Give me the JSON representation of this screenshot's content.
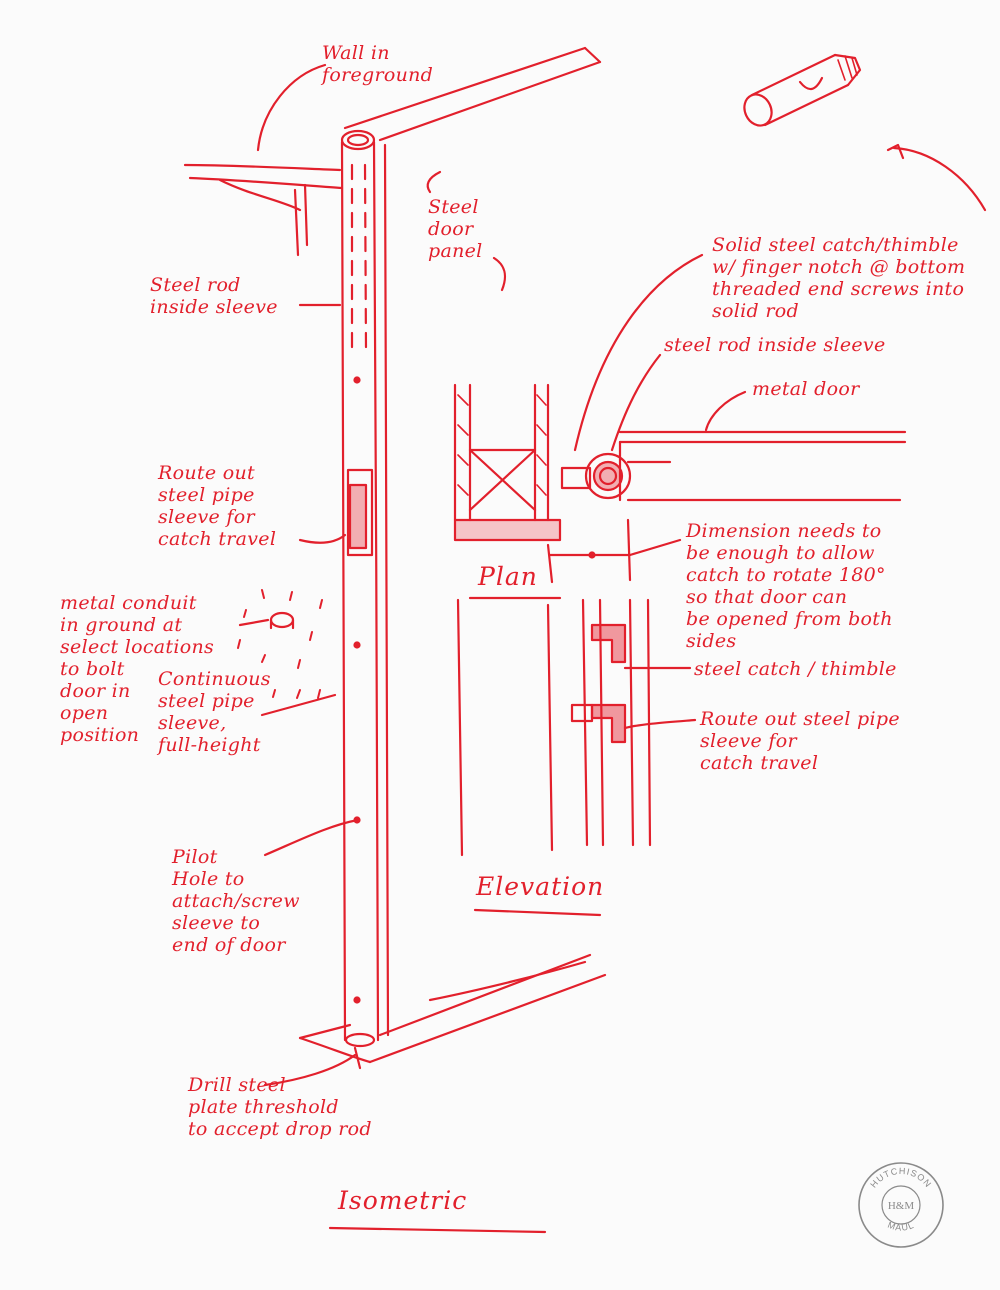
{
  "colors": {
    "ink": "#e2202c",
    "paper": "#fbfbfb",
    "stamp": "#8a8a8a"
  },
  "notes": {
    "wall_foreground": "Wall in\nforeground",
    "steel_door_panel": "Steel\ndoor\npanel",
    "steel_rod_inside_sleeve_left": "Steel rod\ninside sleeve",
    "solid_steel_catch": "Solid steel catch/thimble\nw/ finger notch @ bottom\nthreaded end screws into\nsolid rod",
    "steel_rod_inside_sleeve_right": "steel rod inside sleeve",
    "metal_door": "metal door",
    "route_out_left": "Route out\nsteel pipe\nsleeve for\ncatch travel",
    "dimension_note": "Dimension needs to\nbe enough to allow\ncatch to rotate 180°\nso that door can\nbe opened from both\nsides",
    "metal_conduit": "metal conduit\nin ground at\nselect locations\nto bolt\ndoor in\nopen\nposition",
    "continuous_sleeve": "Continuous\nsteel pipe\nsleeve,\nfull-height",
    "steel_catch_thimble": "steel catch / thimble",
    "route_out_right": "Route out steel pipe\nsleeve for\ncatch travel",
    "pilot_hole": "Pilot\nHole to\nattach/screw\nsleeve to\nend of door",
    "drill_plate": "Drill steel\nplate threshold\nto accept drop rod"
  },
  "titles": {
    "plan": "Plan",
    "elevation": "Elevation",
    "isometric": "Isometric"
  },
  "stamp": {
    "top_text": "HUTCHISON",
    "center_text": "H&M",
    "bottom_text": "MAUL"
  }
}
